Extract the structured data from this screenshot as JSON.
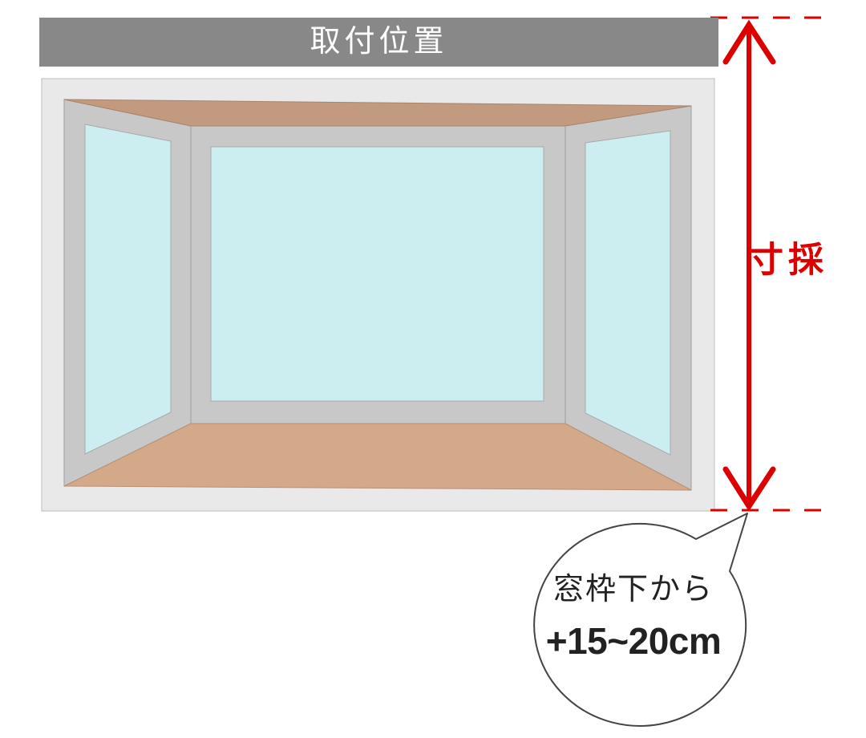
{
  "header": {
    "title": "取付位置"
  },
  "measurement": {
    "label": "採寸"
  },
  "callout": {
    "line1": "窓枠下から",
    "line2": "+15~20cm"
  },
  "colors": {
    "header": "#888888",
    "accent_red": "#dd0000",
    "wall": "#e9e9e9",
    "frame": "#c8c8c8",
    "glass": "#cdeef0",
    "ceiling": "#c29a80",
    "floor": "#d3a98a",
    "bubble_stroke": "#444444"
  }
}
